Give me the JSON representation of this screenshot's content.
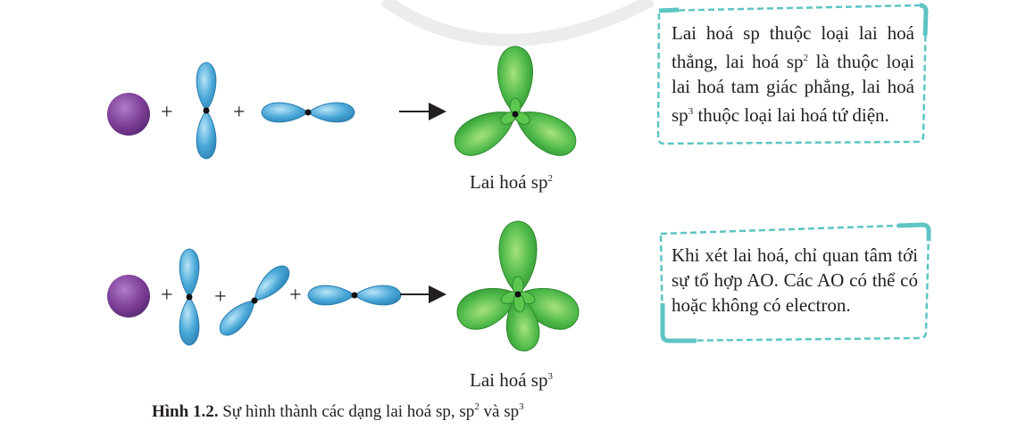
{
  "figure": {
    "operators": {
      "plus": "+",
      "arrow": "arrow"
    },
    "sp2": {
      "label_base": "Lai hoá sp",
      "label_sup": "2"
    },
    "sp3": {
      "label_base": "Lai hoá sp",
      "label_sup": "3"
    },
    "caption": {
      "number": "Hình 1.2.",
      "text": "Sự hình thành các dạng lai hoá sp, sp",
      "sup1": "2",
      "middle": " và sp",
      "sup2": "3"
    },
    "colors": {
      "s_orbital": "#7e3f98",
      "p_orbital": "#4aa8d8",
      "hybrid_orbital": "#4cb848",
      "nucleus": "#111111",
      "note_border": "#5ec4c4"
    }
  },
  "notes": [
    {
      "pre": "Lai hoá sp thuộc loại lai hoá thẳng, lai hoá sp",
      "sup_a": "2",
      "mid": " là thuộc loại lai hoá tam giác phẳng, lai hoá sp",
      "sup_b": "3",
      "post": " thuộc loại lai hoá tứ diện."
    },
    {
      "text": "Khi xét lai hoá, chỉ quan tâm tới sự tổ hợp AO. Các AO có thể có hoặc không có electron."
    }
  ]
}
